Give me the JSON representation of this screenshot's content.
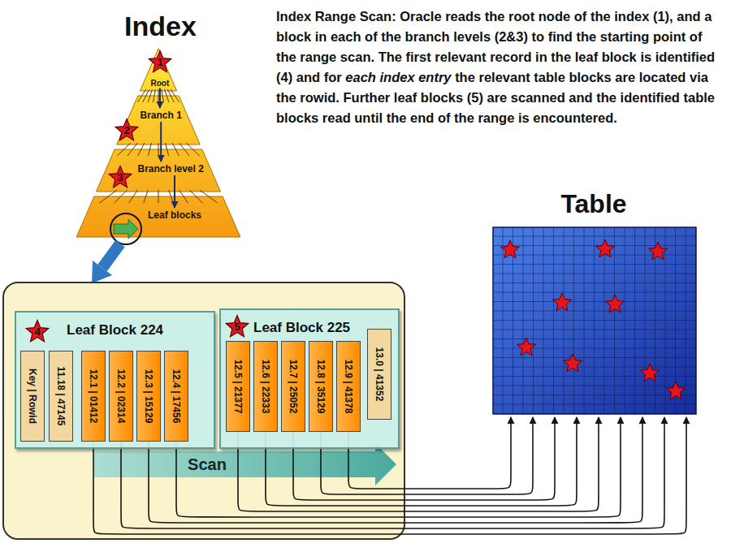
{
  "diagram": {
    "nodes": [
      {
        "text": [
          "Index"
        ]
      },
      {
        "text": [
          "Root"
        ],
        "in": 0
      },
      {
        "text": [
          "Branch 1"
        ],
        "in": 0
      },
      {
        "text": [
          "Branch level 2"
        ],
        "in": 0
      },
      {
        "text": [
          "Leaf blocks"
        ],
        "in": 0
      },
      {
        "text": [
          "Leaf Block 224"
        ]
      },
      {
        "text": [
          "Key | Rowid"
        ],
        "in": 5
      },
      {
        "text": [
          "11.18 | 47145"
        ],
        "in": 5
      },
      {
        "text": [
          "12.1 | 01412"
        ],
        "in": 5
      },
      {
        "text": [
          "12.2 | 02314"
        ],
        "in": 5
      },
      {
        "text": [
          "12.3 | 15129"
        ],
        "in": 5
      },
      {
        "text": [
          "12.4 | 17456"
        ],
        "in": 5
      },
      {
        "text": [
          "Leaf Block 225"
        ]
      },
      {
        "text": [
          "12.5 | 21377"
        ],
        "in": 12
      },
      {
        "text": [
          "12.6 | 22333"
        ],
        "in": 12
      },
      {
        "text": [
          "12.7 | 25052"
        ],
        "in": 12
      },
      {
        "text": [
          "12.8 | 35129"
        ],
        "in": 12
      },
      {
        "text": [
          "12.9 | 41378"
        ],
        "in": 12
      },
      {
        "text": [
          "13.0 | 41352"
        ],
        "in": 12
      },
      {
        "text": [
          "Table"
        ]
      }
    ],
    "edges": [
      {
        "from": 1,
        "to": 2,
        "arrow": "to"
      },
      {
        "from": 2,
        "to": 3,
        "arrow": "to"
      },
      {
        "from": 3,
        "to": 4,
        "arrow": "to"
      },
      {
        "from": 8,
        "to": 19,
        "arrow": "to"
      },
      {
        "from": 9,
        "to": 19,
        "arrow": "to"
      },
      {
        "from": 10,
        "to": 19,
        "arrow": "to"
      },
      {
        "from": 11,
        "to": 19,
        "arrow": "to"
      },
      {
        "from": 13,
        "to": 19,
        "arrow": "to"
      },
      {
        "from": 14,
        "to": 19,
        "arrow": "to"
      },
      {
        "from": 15,
        "to": 19,
        "arrow": "to"
      },
      {
        "from": 16,
        "to": 19,
        "arrow": "to"
      },
      {
        "from": 17,
        "to": 19,
        "arrow": "to"
      }
    ],
    "labels": [
      "Index Range Scan: Oracle reads the root node of the index (1), and a block in each of the branch levels (2&3) to find the starting point of the range scan. The first relevant record in the leaf block is identified (4) and for",
      "each index entry",
      "the relevant table blocks are located via the rowid. Further leaf blocks (5) are scanned and the identified table blocks read until the end of the range is encountered.",
      "1",
      "2",
      "3",
      "4",
      "5",
      "Scan"
    ]
  }
}
